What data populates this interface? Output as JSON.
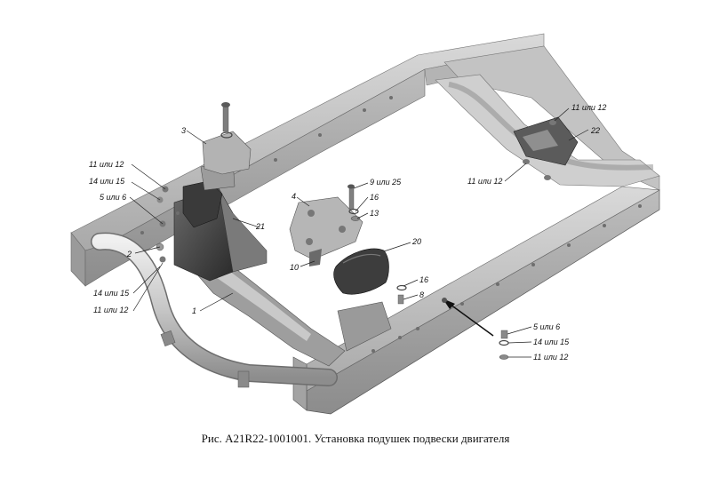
{
  "figure": {
    "caption": "Рис. A21R22-1001001. Установка подушек подвески двигателя",
    "callouts": {
      "c1": "1",
      "c2": "2",
      "c3": "3",
      "c4": "4",
      "c8": "8",
      "c9_25": "9 или 25",
      "c10": "10",
      "c11_12_left_top": "11 или 12",
      "c11_12_left_bottom": "11 или 12",
      "c11_12_right_top": "11 или 12",
      "c11_12_right_mid": "11 или 12",
      "c11_12_right_bottom": "11 или 12",
      "c13": "13",
      "c14_15_left_top": "14 или 15",
      "c14_15_left_bottom": "14 или 15",
      "c14_15_right": "14 или 15",
      "c5_6_left": "5 или 6",
      "c5_6_right": "5 или 6",
      "c16_top": "16",
      "c16_bottom": "16",
      "c20": "20",
      "c21": "21",
      "c22": "22"
    }
  }
}
